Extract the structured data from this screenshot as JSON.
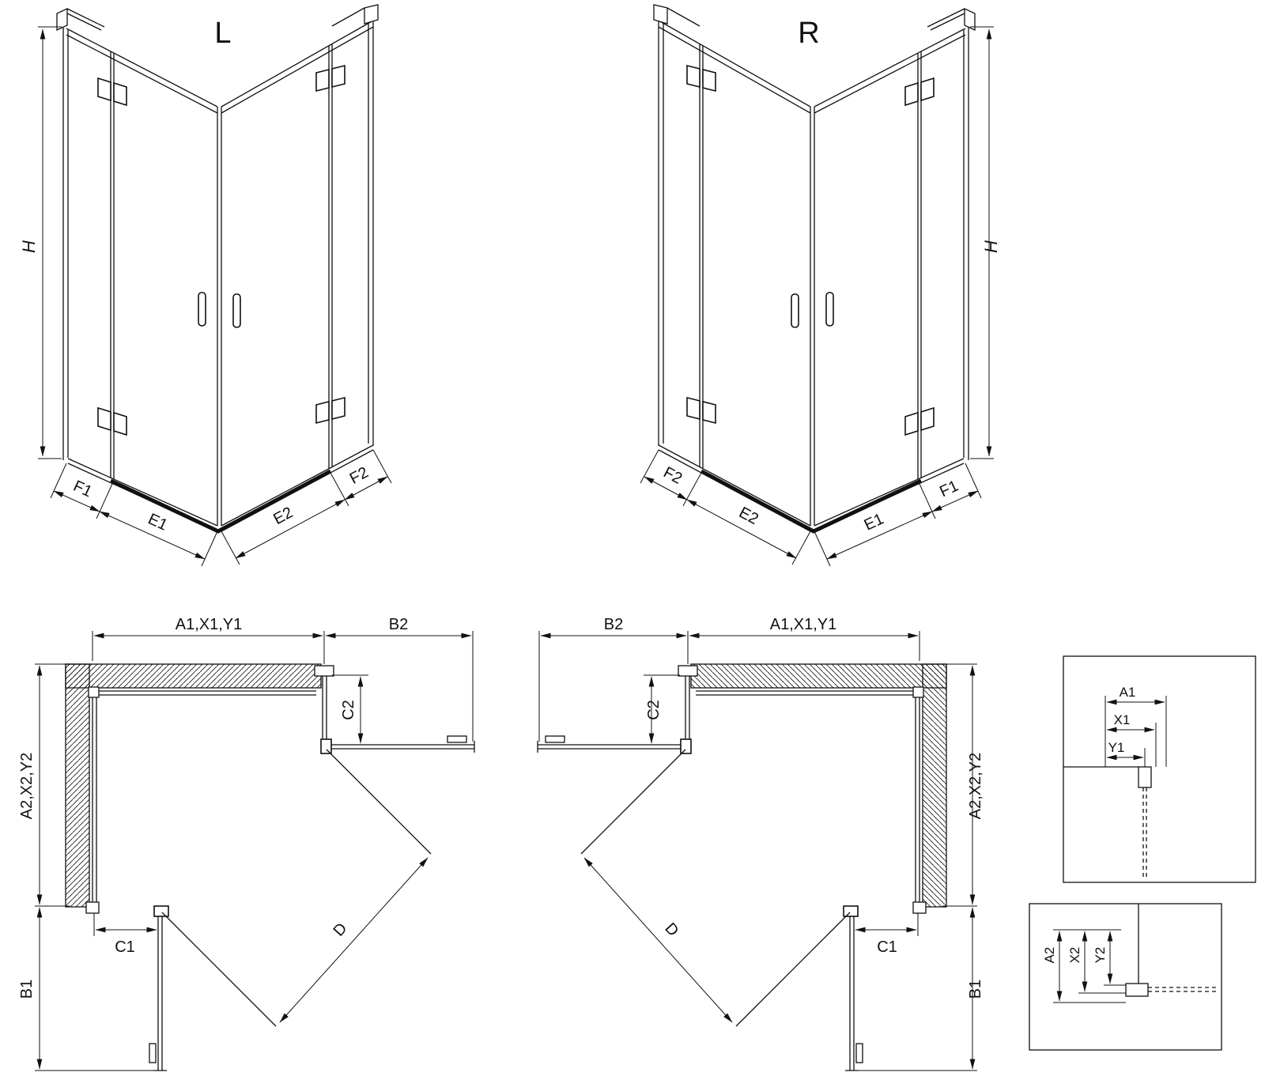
{
  "drawing": {
    "ink": "#111111",
    "bg": "#ffffff"
  },
  "iso_left": {
    "variant": "L",
    "height": "H",
    "segments": {
      "s1": "F1",
      "s2": "E1",
      "s3": "E2",
      "s4": "F2"
    }
  },
  "iso_right": {
    "variant": "R",
    "height": "H",
    "segments": {
      "s1": "F2",
      "s2": "E2",
      "s3": "E1",
      "s4": "F1"
    }
  },
  "plan_left": {
    "top": "A1,X1,Y1",
    "side_top": "B2",
    "return": "C2",
    "side": "A2,X2,Y2",
    "inner": "C1",
    "bottom": "B1",
    "diagonal": "D"
  },
  "plan_right": {
    "top": "A1,X1,Y1",
    "side_top": "B2",
    "return": "C2",
    "side": "A2,X2,Y2",
    "inner": "C1",
    "bottom": "B1",
    "diagonal": "D"
  },
  "detail_h": {
    "d1": "A1",
    "d2": "X1",
    "d3": "Y1"
  },
  "detail_v": {
    "d1": "A2",
    "d2": "X2",
    "d3": "Y2"
  }
}
